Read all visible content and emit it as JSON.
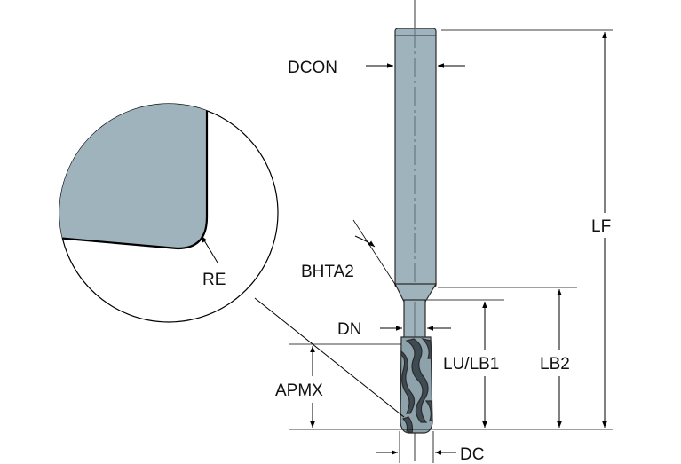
{
  "labels": {
    "dcon": "DCON",
    "lf": "LF",
    "re": "RE",
    "bhta2": "BHTA2",
    "dn": "DN",
    "lu_lb1": "LU/LB1",
    "lb2": "LB2",
    "apmx": "APMX",
    "dc": "DC"
  },
  "colors": {
    "tool_fill": "#9fb3bd",
    "tool_stroke": "#2b2b2b",
    "flute_dark": "#3f4b52",
    "detail_fill": "#9fb3bd"
  }
}
